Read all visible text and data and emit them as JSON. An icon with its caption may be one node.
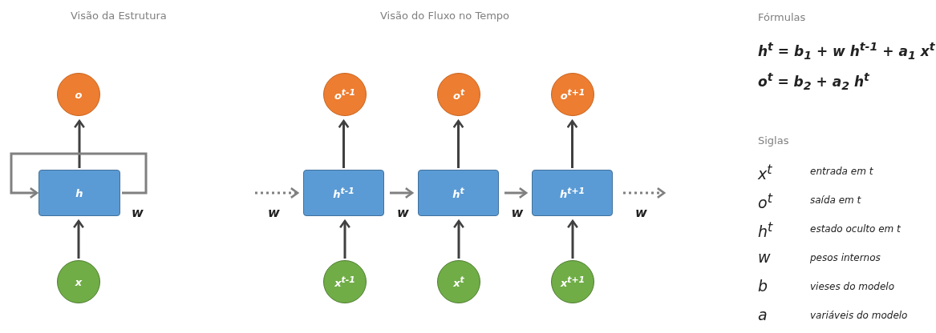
{
  "diagram": {
    "nodes": [
      {
        "text": [
          "o"
        ]
      },
      {
        "text": [
          "h"
        ]
      },
      {
        "text": [
          "x"
        ]
      },
      {
        "text": [
          "o$^{t-1}$"
        ]
      },
      {
        "text": [
          "o$^{t}$"
        ]
      },
      {
        "text": [
          "o$^{t+1}$"
        ]
      },
      {
        "text": [
          "h$^{t-1}$"
        ]
      },
      {
        "text": [
          "h$^{t}$"
        ]
      },
      {
        "text": [
          "h$^{t+1}$"
        ]
      },
      {
        "text": [
          "x$^{t-1}$"
        ]
      },
      {
        "text": [
          "x$^{t}$"
        ]
      },
      {
        "text": [
          "x$^{t+1}$"
        ]
      }
    ],
    "edges": [
      {
        "from": 2,
        "to": 1,
        "arrow": "to"
      },
      {
        "from": 1,
        "to": 0,
        "arrow": "to"
      },
      {
        "from": 1,
        "to": 1,
        "arrow": "to",
        "label": "w",
        "color": "#808080"
      },
      {
        "from": null,
        "to": 6,
        "arrow": "to",
        "label": "w",
        "style": "dashed",
        "color": "#808080"
      },
      {
        "from": 6,
        "to": 7,
        "arrow": "to",
        "label": "w",
        "color": "#808080"
      },
      {
        "from": 7,
        "to": 8,
        "arrow": "to",
        "label": "w",
        "color": "#808080"
      },
      {
        "from": 8,
        "to": null,
        "arrow": "to",
        "label": "w",
        "style": "dashed",
        "color": "#808080"
      },
      {
        "from": 9,
        "to": 6,
        "arrow": "to"
      },
      {
        "from": 10,
        "to": 7,
        "arrow": "to"
      },
      {
        "from": 11,
        "to": 8,
        "arrow": "to"
      },
      {
        "from": 6,
        "to": 3,
        "arrow": "to"
      },
      {
        "from": 7,
        "to": 4,
        "arrow": "to"
      },
      {
        "from": 8,
        "to": 5,
        "arrow": "to"
      }
    ],
    "labels": [
      "Visão da Estrutura",
      "Visão do Fluxo no Tempo",
      "Fórmulas",
      "h$^{t}$ = b$_{1}$ + w h$^{t-1}$ + a$_{1}$ x$^{t}$",
      "o$^{t}$ = b$_{2}$ + a$_{2}$ h$^{t}$",
      "Siglas",
      "x$^{t}$",
      "entrada em t",
      "o$^{t}$",
      "saída em t",
      "h$^{t}$",
      "estado oculto em t",
      "w",
      "pesos internos",
      "b",
      "vieses do modelo",
      "a",
      "variáveis do modelo"
    ]
  }
}
